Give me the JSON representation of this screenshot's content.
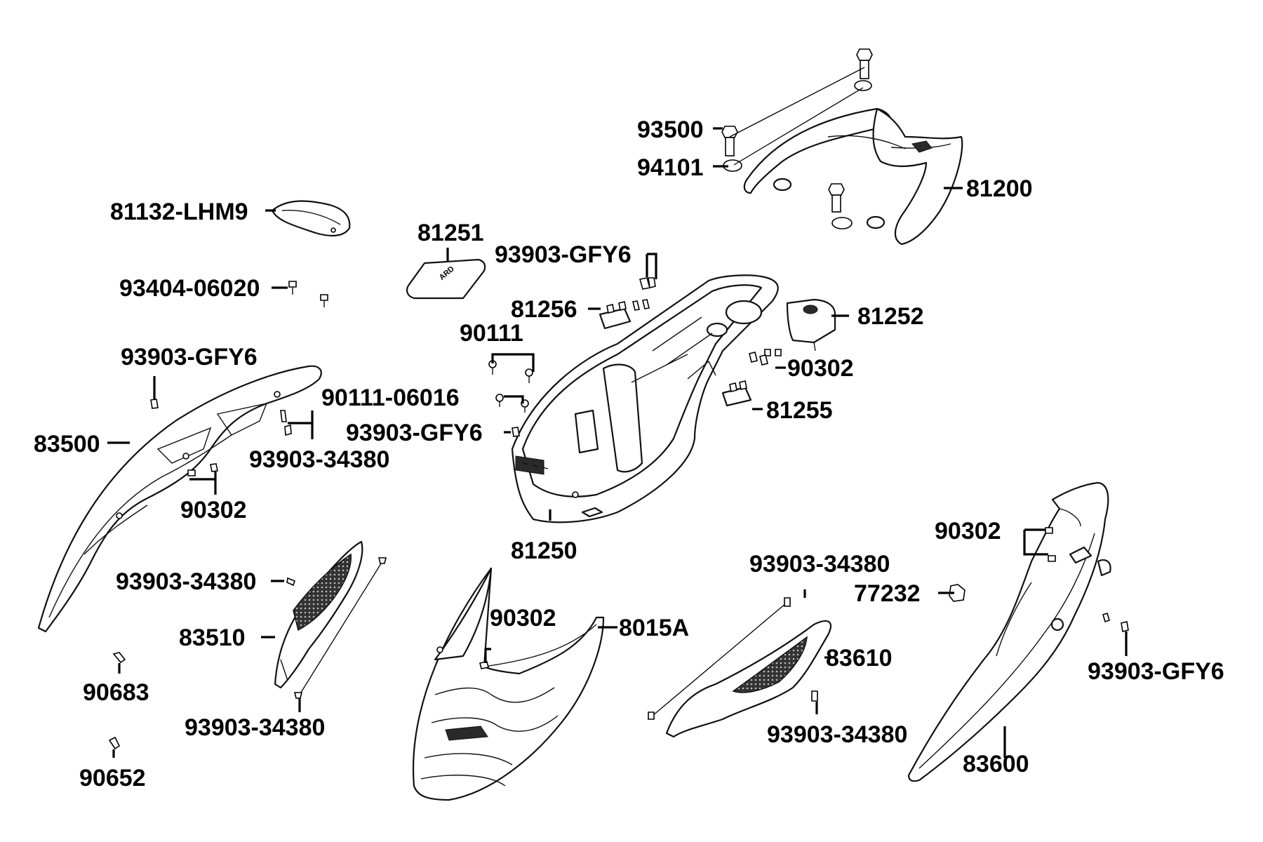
{
  "labels": {
    "p93500": "93500",
    "p94101": "94101",
    "p81200": "81200",
    "p81132": "81132-LHM9",
    "p81251": "81251",
    "p93903_a": "93903-GFY6",
    "p93404": "93404-06020",
    "p81256": "81256",
    "p81252": "81252",
    "p90111": "90111",
    "p90302_a": "90302",
    "p93903_b": "93903-GFY6",
    "p90111_06016": "90111-06016",
    "p81255": "81255",
    "p93903_c": "93903-GFY6",
    "p83500": "83500",
    "p93903_34380_a": "93903-34380",
    "p90302_b": "90302",
    "p81250": "81250",
    "p90302_c": "90302",
    "p93903_34380_b": "93903-34380",
    "p93903_34380_c": "93903-34380",
    "p77232": "77232",
    "p90302_d": "90302",
    "p8015A": "8015A",
    "p83510": "83510",
    "p83610": "83610",
    "p93903_d": "93903-GFY6",
    "p90683": "90683",
    "p93903_34380_d": "93903-34380",
    "p93903_34380_e": "93903-34380",
    "p83600": "83600",
    "p90652": "90652"
  }
}
